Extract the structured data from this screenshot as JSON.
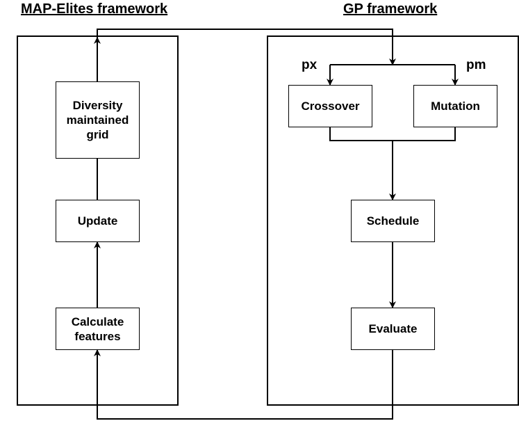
{
  "headings": {
    "map_elites": "MAP-Elites framework",
    "gp": "GP framework"
  },
  "nodes": {
    "diversity_grid": "Diversity\nmaintained\ngrid",
    "update": "Update",
    "calculate_features": "Calculate\nfeatures",
    "crossover": "Crossover",
    "mutation": "Mutation",
    "schedule": "Schedule",
    "evaluate": "Evaluate"
  },
  "probabilities": {
    "crossover": "px",
    "mutation": "pm"
  }
}
